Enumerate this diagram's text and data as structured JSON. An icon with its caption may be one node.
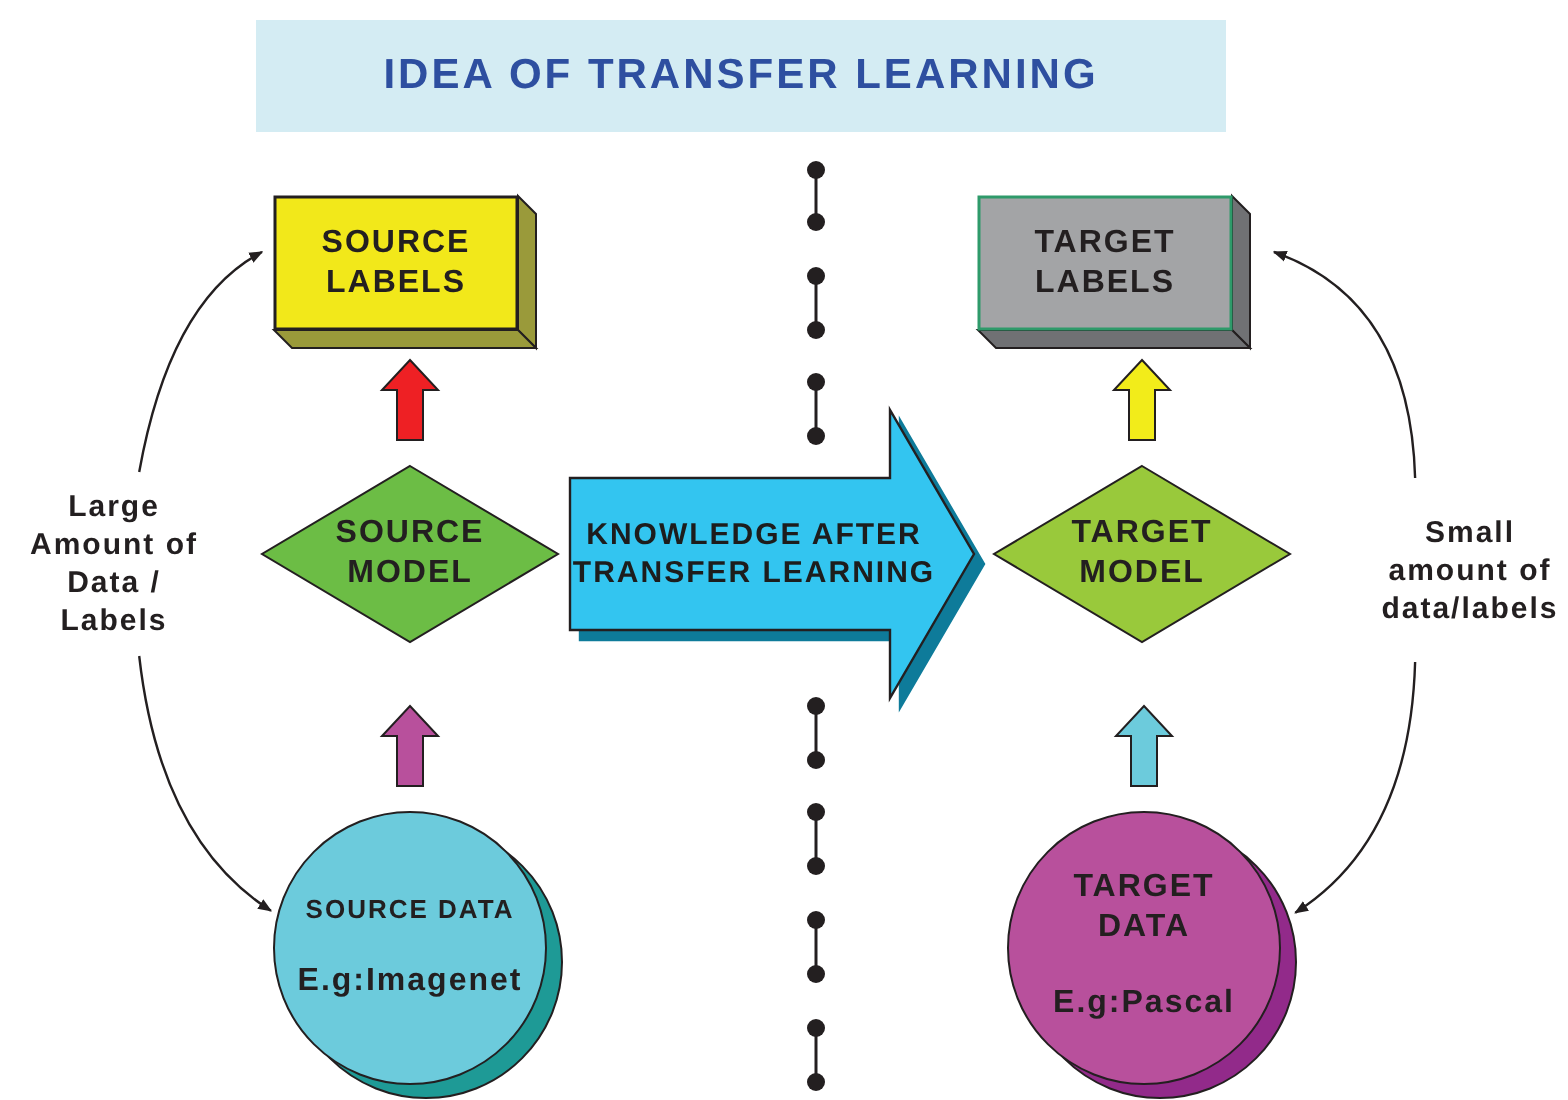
{
  "diagram": {
    "title": "IDEA OF TRANSFER LEARNING",
    "nodes": [
      {
        "text": [
          "SOURCE LABELS"
        ]
      },
      {
        "text": [
          "TARGET LABELS"
        ]
      },
      {
        "text": [
          "Large Amount of Data / Labels"
        ]
      },
      {
        "text": [
          "SOURCE MODEL"
        ]
      },
      {
        "text": [
          "TARGET MODEL"
        ]
      },
      {
        "text": [
          "Small amount of data/labels"
        ]
      },
      {
        "text": [
          "SOURCE DATA",
          "E.g:Imagenet"
        ]
      },
      {
        "text": [
          "TARGET DATA",
          "E.g:Pascal"
        ]
      }
    ],
    "edges": [
      {
        "from": 6,
        "to": 3,
        "arrow": "to",
        "style": "thick",
        "color": "#b8509c"
      },
      {
        "from": 3,
        "to": 0,
        "arrow": "to",
        "style": "thick",
        "color": "#ee2024"
      },
      {
        "from": 7,
        "to": 4,
        "arrow": "to",
        "style": "thick",
        "color": "#6ccbdc"
      },
      {
        "from": 4,
        "to": 1,
        "arrow": "to",
        "style": "thick",
        "color": "#f2ec1a"
      },
      {
        "from": 2,
        "to": 0,
        "arrow": "to"
      },
      {
        "from": 2,
        "to": 6,
        "arrow": "to"
      },
      {
        "from": 5,
        "to": 1,
        "arrow": "to"
      },
      {
        "from": 5,
        "to": 7,
        "arrow": "to"
      },
      {
        "from": 3,
        "to": 4,
        "arrow": "to",
        "label": "KNOWLEDGE AFTER TRANSFER LEARNING",
        "style": "thick",
        "color": "#33c5f0"
      }
    ]
  }
}
